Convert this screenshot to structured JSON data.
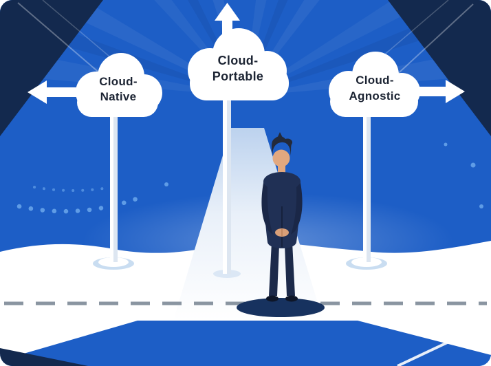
{
  "illustration": {
    "name": "cloud-strategy-crossroads",
    "clouds": [
      {
        "label_line1": "Cloud-",
        "label_line2": "Native",
        "arrow_direction": "left"
      },
      {
        "label_line1": "Cloud-",
        "label_line2": "Portable",
        "arrow_direction": "up"
      },
      {
        "label_line1": "Cloud-",
        "label_line2": "Agnostic",
        "arrow_direction": "right"
      }
    ],
    "colors": {
      "background": "#1d5ec6",
      "corner_navy": "#13294e",
      "cloud": "#ffffff",
      "label_text": "#1c2433",
      "road_dash": "#8a95a1",
      "suit": "#203055",
      "skin": "#e2a87f",
      "dot_accent": "#5f9ce6"
    }
  }
}
